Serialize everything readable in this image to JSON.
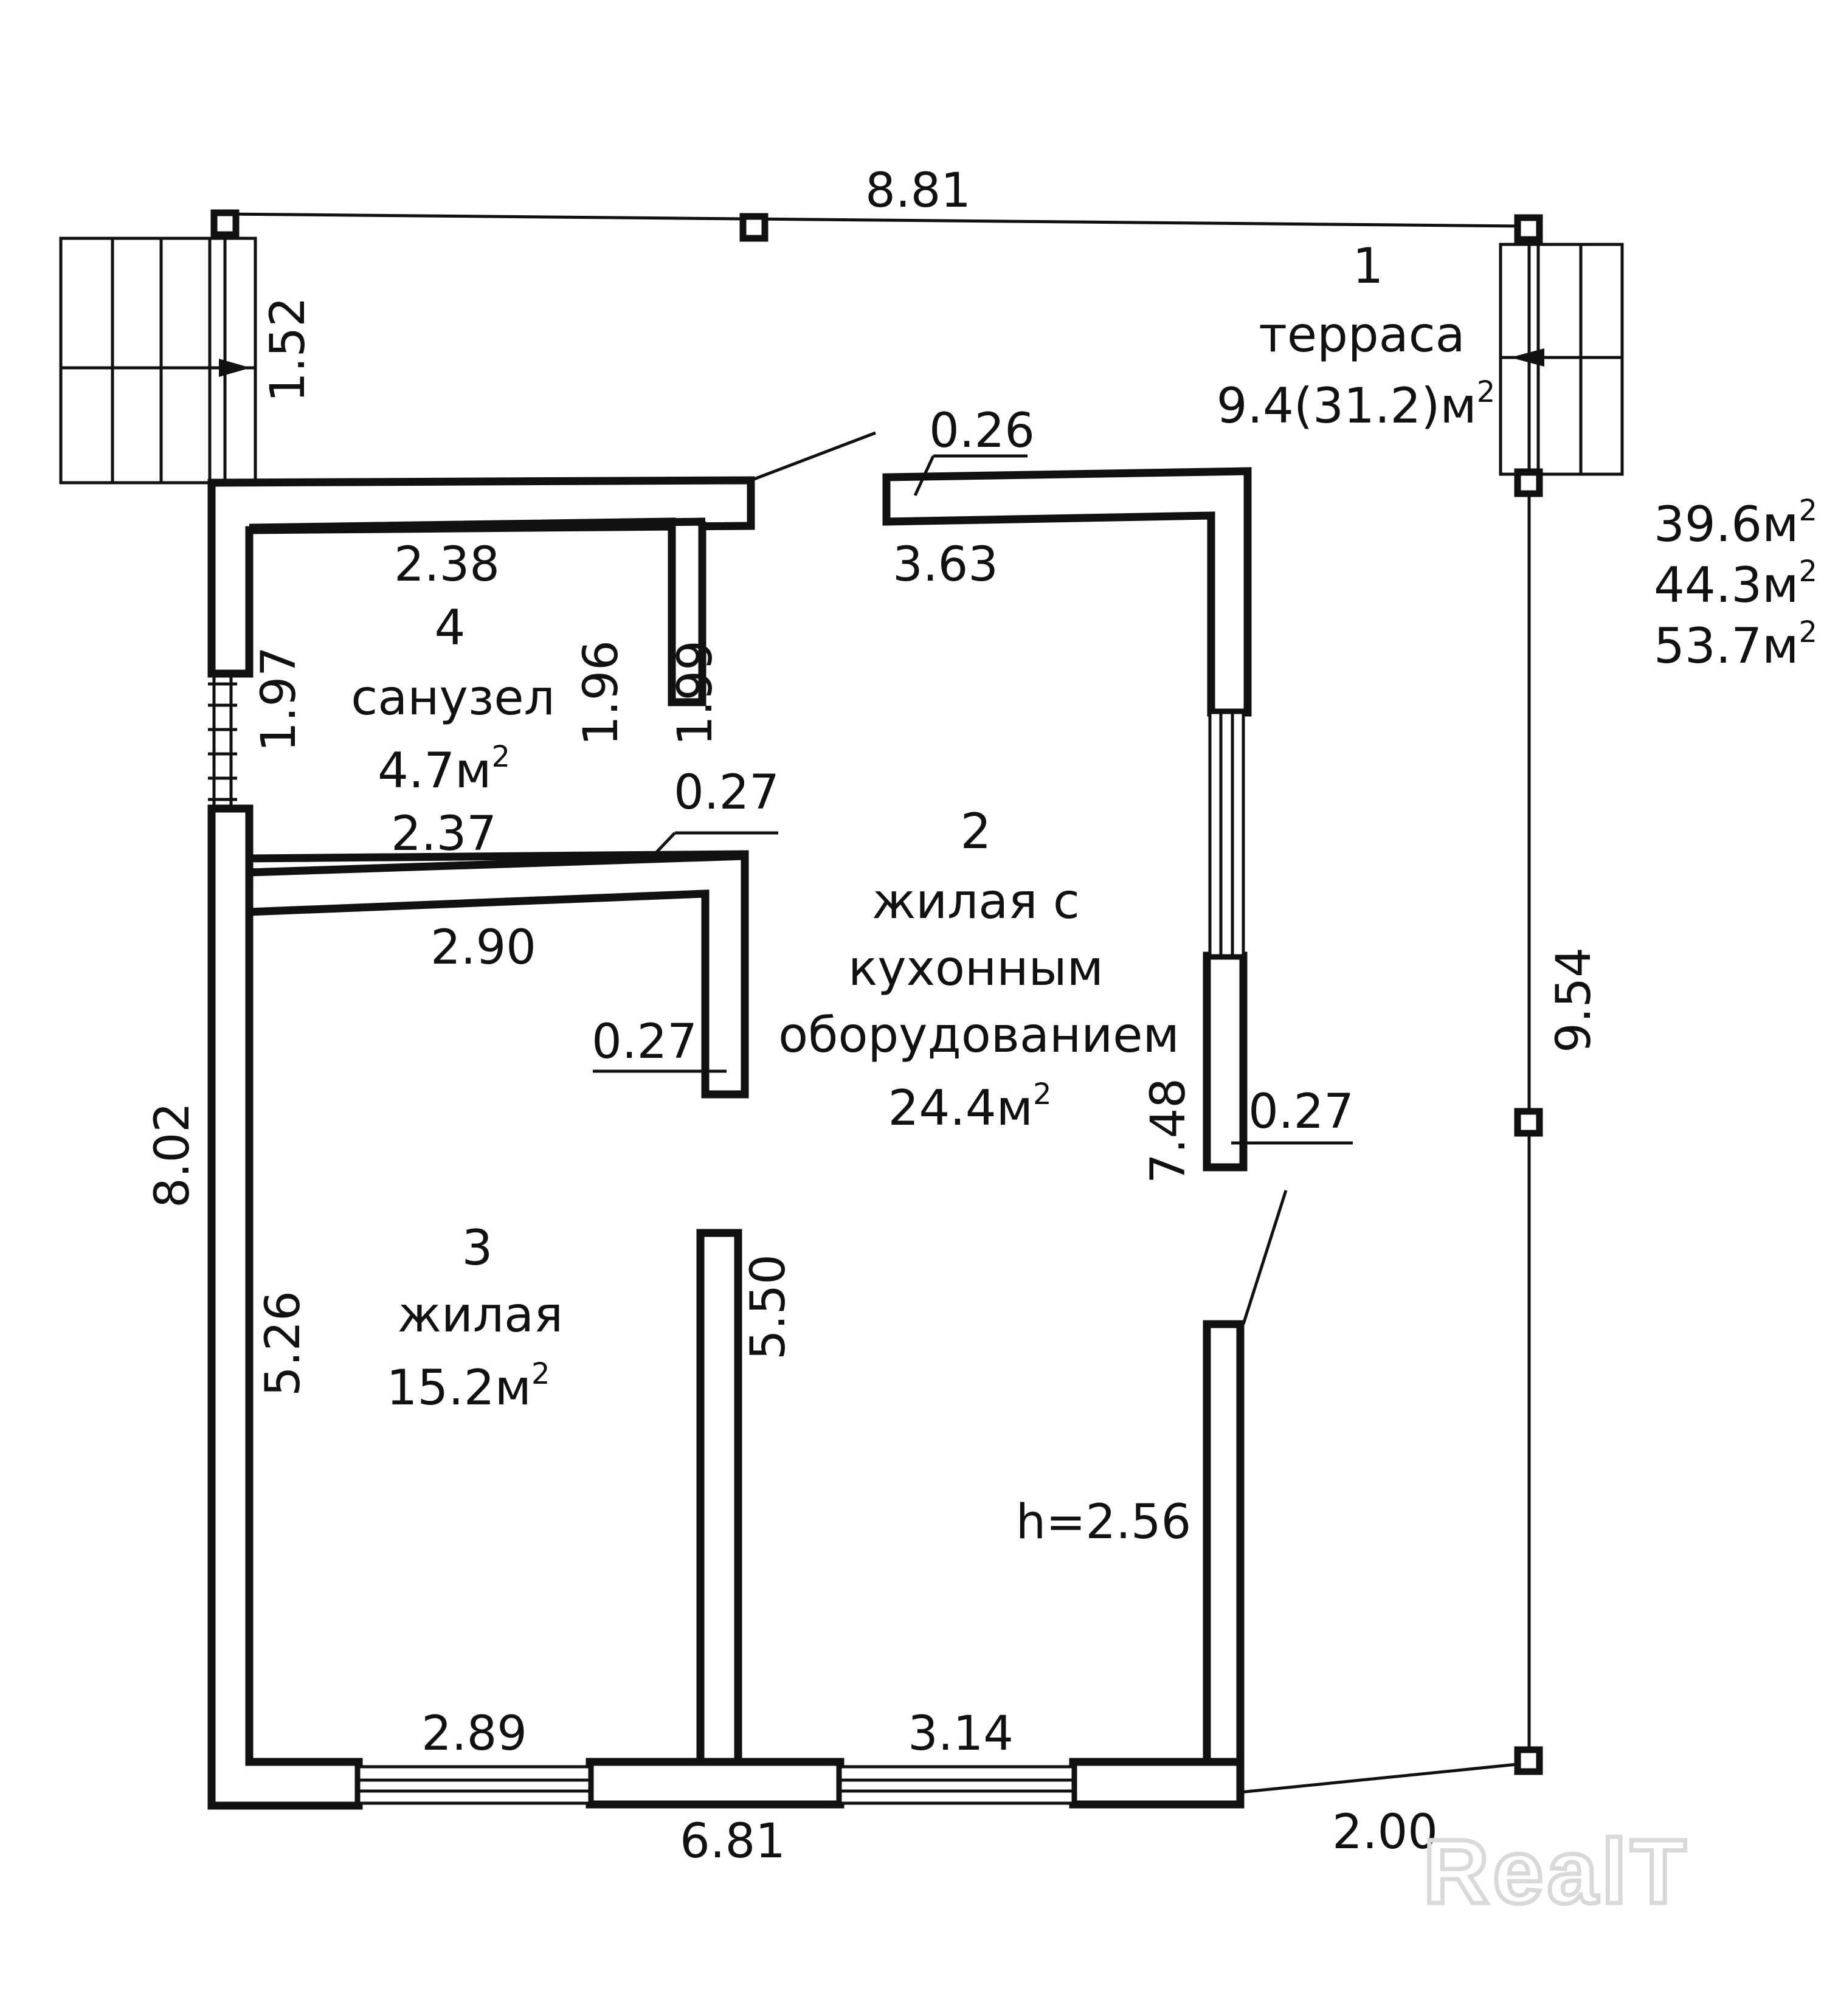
{
  "dimensions": {
    "terrace_length": "8.81",
    "stairs_left": "1.52",
    "opening_top": "0.26",
    "kitchen_top": "3.63",
    "bath_top": "2.38",
    "bath_height": "1.97",
    "bath_wall_a": "1.96",
    "bath_wall_b": "1.99",
    "door_bath": "0.27",
    "bath_bottom": "2.37",
    "room3_top": "2.90",
    "room3_door": "0.27",
    "house_height": "8.02",
    "room3_height": "5.26",
    "partition": "5.50",
    "living_height": "7.48",
    "living_door": "0.27",
    "terrace_height": "9.54",
    "room3_bottom": "2.89",
    "living_bottom": "3.14",
    "house_width": "6.81",
    "terrace_width": "2.00",
    "ceiling": "h=2.56"
  },
  "rooms": [
    {
      "number": "1",
      "name": "терраса",
      "area": "9.4(31.2)м",
      "area_sup": "2"
    },
    {
      "number": "2",
      "name": [
        "жилая с",
        "кухонным",
        "оборудованием"
      ],
      "area": "24.4м",
      "area_sup": "2"
    },
    {
      "number": "3",
      "name": "жилая",
      "area": "15.2м",
      "area_sup": "2"
    },
    {
      "number": "4",
      "name": "санузел",
      "area": "4.7м",
      "area_sup": "2"
    }
  ],
  "totals": [
    {
      "value": "39.6м",
      "sup": "2"
    },
    {
      "value": "44.3м",
      "sup": "2"
    },
    {
      "value": "53.7м",
      "sup": "2"
    }
  ],
  "watermark": "RealT"
}
